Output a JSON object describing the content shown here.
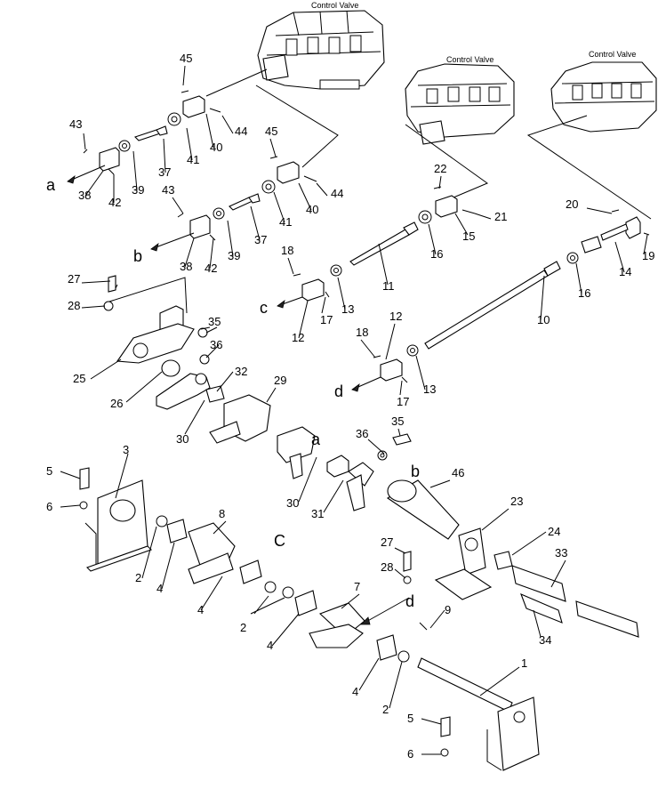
{
  "control_valves": [
    {
      "label": "Control Valve"
    },
    {
      "label": "Control Valve"
    },
    {
      "label": "Control Valve"
    }
  ],
  "part_numbers": [
    "45",
    "43",
    "44",
    "40",
    "41",
    "37",
    "39",
    "42",
    "38",
    "45",
    "43",
    "44",
    "40",
    "41",
    "37",
    "39",
    "42",
    "38",
    "22",
    "21",
    "15",
    "16",
    "11",
    "20",
    "19",
    "14",
    "16",
    "10",
    "18",
    "17",
    "13",
    "12",
    "18",
    "17",
    "13",
    "12",
    "27",
    "28",
    "25",
    "26",
    "35",
    "36",
    "32",
    "30",
    "29",
    "35",
    "36",
    "30",
    "31",
    "46",
    "23",
    "24",
    "33",
    "34",
    "3",
    "5",
    "6",
    "2",
    "4",
    "8",
    "4",
    "2",
    "4",
    "7",
    "9",
    "27",
    "28",
    "4",
    "2",
    "1",
    "5",
    "6"
  ],
  "connection_letters": {
    "a": "a",
    "b": "b",
    "c": "c",
    "d": "d",
    "c_upper": "C"
  },
  "colors": {
    "line": "#000000",
    "background": "#ffffff"
  }
}
